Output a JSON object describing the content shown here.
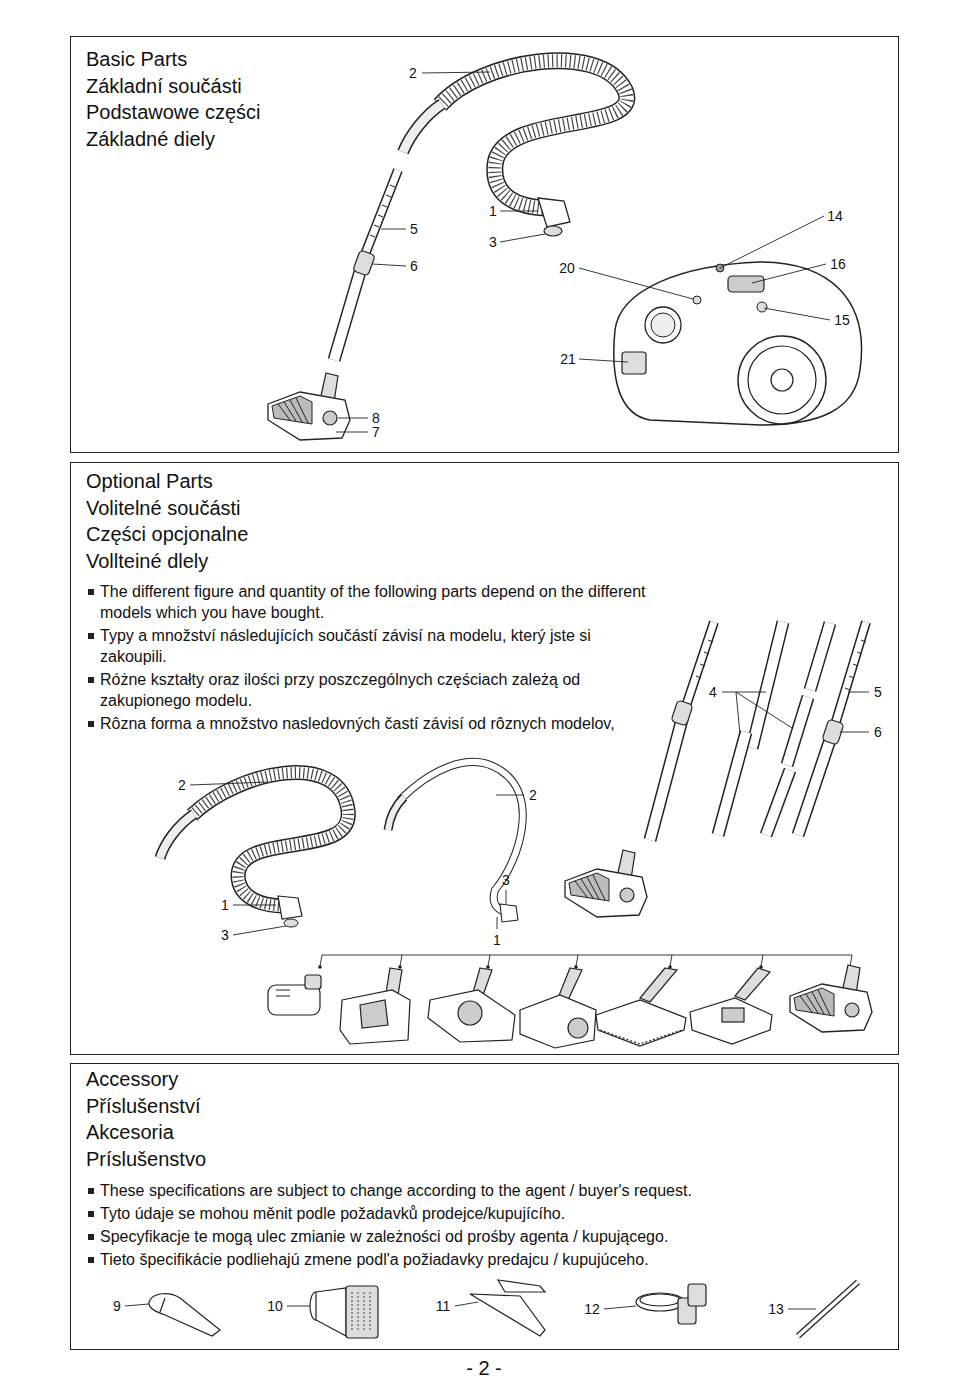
{
  "diagram": {
    "nodes": [
      {
        "text": [
          "Basic Parts",
          "Základní součásti",
          "Podstawowe części",
          "Základné diely"
        ]
      },
      {
        "text": [
          "Optional Parts",
          "Volitelné součásti",
          "Części opcjonalne",
          "Vollteiné dlely",
          "The different figure and quantity of the following parts depend on the different models which you have bought.",
          "Typy a množství následujících součástí závisí na modelu, který jste si zakoupili.",
          "Różne kształty oraz ilości przy poszczególnych częściach zależą od zakupionego modelu.",
          "Rôzna forma a množstvo nasledovných častí závisí od rôznych modelov,"
        ]
      },
      {
        "text": [
          "Accessory",
          "Příslušenství",
          "Akcesoria",
          "Príslušenstvo",
          "These specifications are subject to change according to the agent / buyer's request.",
          "Tyto údaje se mohou měnit podle požadavků prodejce/kupujícího.",
          "Specyfikacje te mogą ulec zmianie w zależności od prośby agenta / kupującego.",
          "Tieto špecifikácie podliehajú zmene podl'a požiadavky predajcu / kupujúceho."
        ]
      }
    ],
    "labels": [
      "2",
      "1",
      "3",
      "5",
      "6",
      "14",
      "16",
      "20",
      "15",
      "21",
      "8",
      "7",
      "4",
      "5",
      "6",
      "2",
      "2",
      "3",
      "1",
      "3",
      "1",
      "9",
      "10",
      "11",
      "12",
      "13",
      "- 2 -"
    ]
  }
}
